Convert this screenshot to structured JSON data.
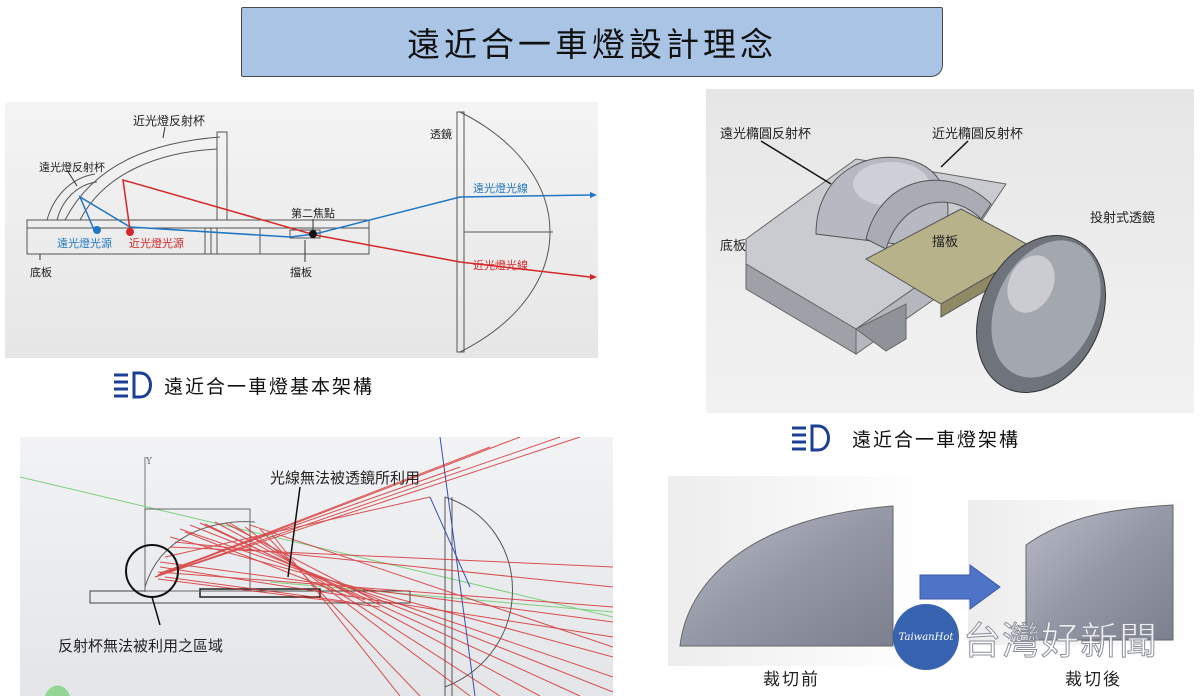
{
  "title": "遠近合一車燈設計理念",
  "diagram1": {
    "caption": "遠近合一車燈基本架構",
    "labels": {
      "low_reflector": "近光燈反射杯",
      "high_reflector": "遠光燈反射杯",
      "lens": "透鏡",
      "second_focus": "第二焦點",
      "high_beam": "遠光燈光線",
      "low_beam": "近光燈光線",
      "high_source": "遠光燈光源",
      "low_source": "近光燈光源",
      "base": "底板",
      "shield": "擋板"
    },
    "colors": {
      "high": "#1f77c4",
      "low": "#d62728"
    }
  },
  "diagram2": {
    "caption": "遠近合一車燈架構",
    "labels": {
      "high_ellipse": "遠光橢圓反射杯",
      "low_ellipse": "近光橢圓反射杯",
      "projection_lens": "投射式透鏡",
      "base": "底板",
      "shield": "擋板"
    }
  },
  "diagram3": {
    "labels": {
      "axis_y": "Y",
      "unused_rays": "光線無法被透鏡所利用",
      "unused_area": "反射杯無法被利用之區域"
    }
  },
  "diagram4": {
    "before": "裁切前",
    "after": "裁切後"
  },
  "watermark": {
    "logo": "TaiwanHot",
    "text": "台灣好新聞"
  }
}
